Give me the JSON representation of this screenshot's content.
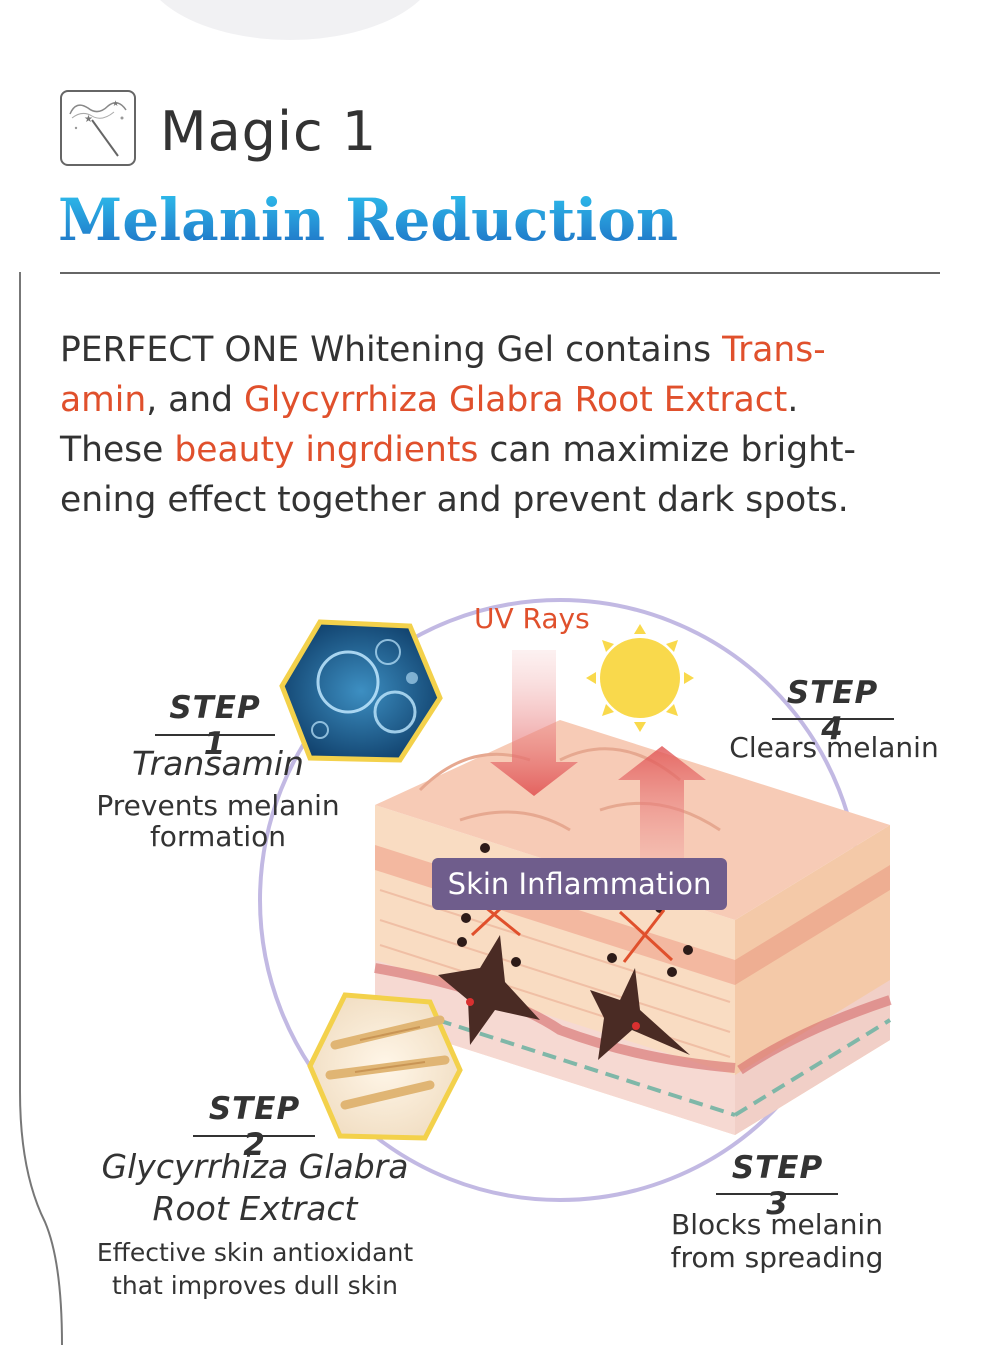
{
  "header": {
    "magic_label": "Magic 1",
    "title": "Melanin Reduction"
  },
  "description": {
    "line1_a": "PERFECT ONE Whitening Gel contains ",
    "line1_b": "Trans-",
    "line2_a": "amin",
    "line2_b": ", and ",
    "line2_c": "Glycyrrhiza Glabra Root Extract",
    "line2_d": ".",
    "line3_a": "These ",
    "line3_b": "beauty ingrdients",
    "line3_c": " can maximize bright-",
    "line4": "ening effect together and prevent dark spots."
  },
  "diagram": {
    "uv_label": "UV Rays",
    "inflammation_label": "Skin Inflammation"
  },
  "steps": {
    "step1": {
      "label": "STEP 1",
      "name": "Transamin",
      "desc1": "Prevents melanin",
      "desc2": "formation"
    },
    "step2": {
      "label": "STEP 2",
      "name1": "Glycyrrhiza Glabra",
      "name2": "Root Extract",
      "desc1": "Effective skin antioxidant",
      "desc2": "that improves dull skin"
    },
    "step3": {
      "label": "STEP 3",
      "desc1": "Blocks melanin",
      "desc2": "from spreading"
    },
    "step4": {
      "label": "STEP 4",
      "desc1": "Clears melanin"
    }
  },
  "colors": {
    "title_gradient_start": "#29b6e8",
    "title_gradient_end": "#1f6fc4",
    "highlight": "#e0502c",
    "inflammation_bg": "#6f5d8c",
    "sun": "#f9d94c"
  },
  "icons": {
    "logo": "magic-wand-icon",
    "sun": "sun-icon"
  }
}
